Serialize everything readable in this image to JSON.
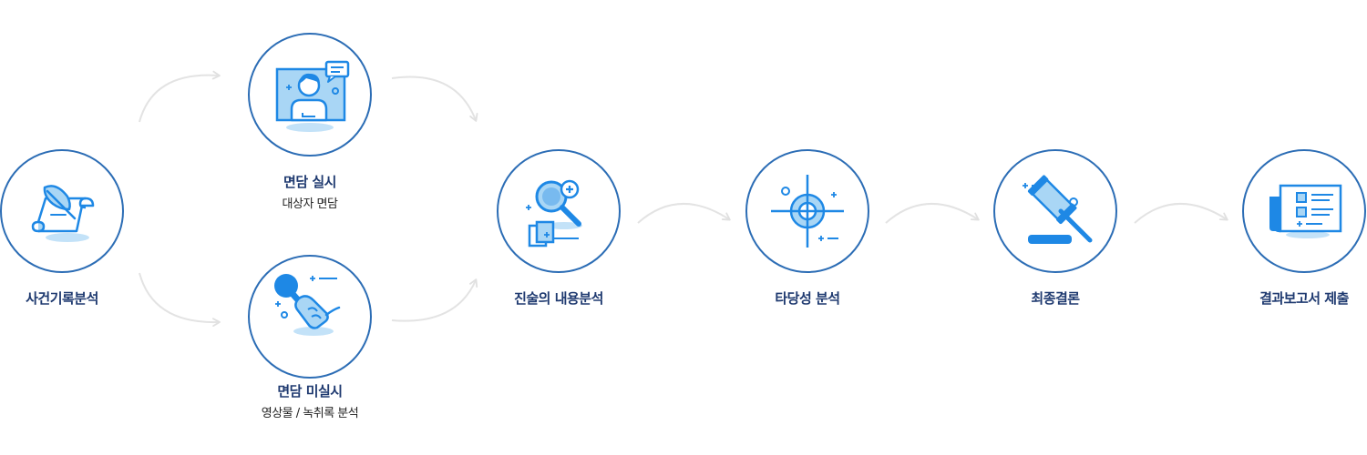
{
  "steps": [
    {
      "title": "사건기록분석",
      "icon": "quill-scroll-icon"
    },
    {
      "title": "면담 실시",
      "subtitle": "대상자 면담",
      "icon": "interview-person-icon"
    },
    {
      "title": "면담 미실시",
      "subtitle": "영상물 / 녹취록 분석",
      "icon": "microphone-hand-icon"
    },
    {
      "title": "진술의 내용분석",
      "icon": "magnifier-documents-icon"
    },
    {
      "title": "타당성 분석",
      "icon": "target-crosshair-icon"
    },
    {
      "title": "최종결론",
      "icon": "gavel-icon"
    },
    {
      "title": "결과보고서 제출",
      "icon": "report-document-icon"
    }
  ],
  "colors": {
    "border": "#2c6db5",
    "icon_blue": "#1e88e5",
    "icon_light": "#a9d6f5",
    "title_text": "#1f3a70",
    "arrow": "#e3e3e3"
  }
}
